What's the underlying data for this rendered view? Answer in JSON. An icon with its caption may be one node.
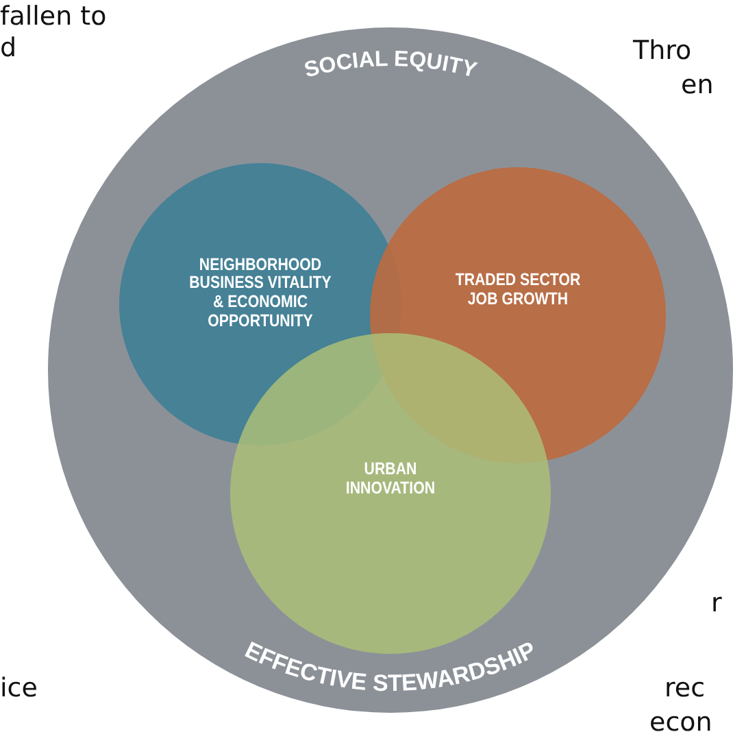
{
  "diagram": {
    "nodes": [
      {
        "text": [
          "SOCIAL EQUITY",
          "EFFECTIVE STEWARDSHIP"
        ]
      },
      {
        "text": [
          "NEIGHBORHOOD BUSINESS VITALITY & ECONOMIC OPPORTUNITY"
        ],
        "in": 0
      },
      {
        "text": [
          "TRADED SECTOR JOB GROWTH"
        ],
        "in": 0
      },
      {
        "text": [
          "URBAN INNOVATION"
        ],
        "in": 0
      }
    ],
    "labels": [
      "fallen to",
      "d",
      "Thro",
      "en",
      "ice",
      "r",
      "rec",
      "econ"
    ]
  }
}
